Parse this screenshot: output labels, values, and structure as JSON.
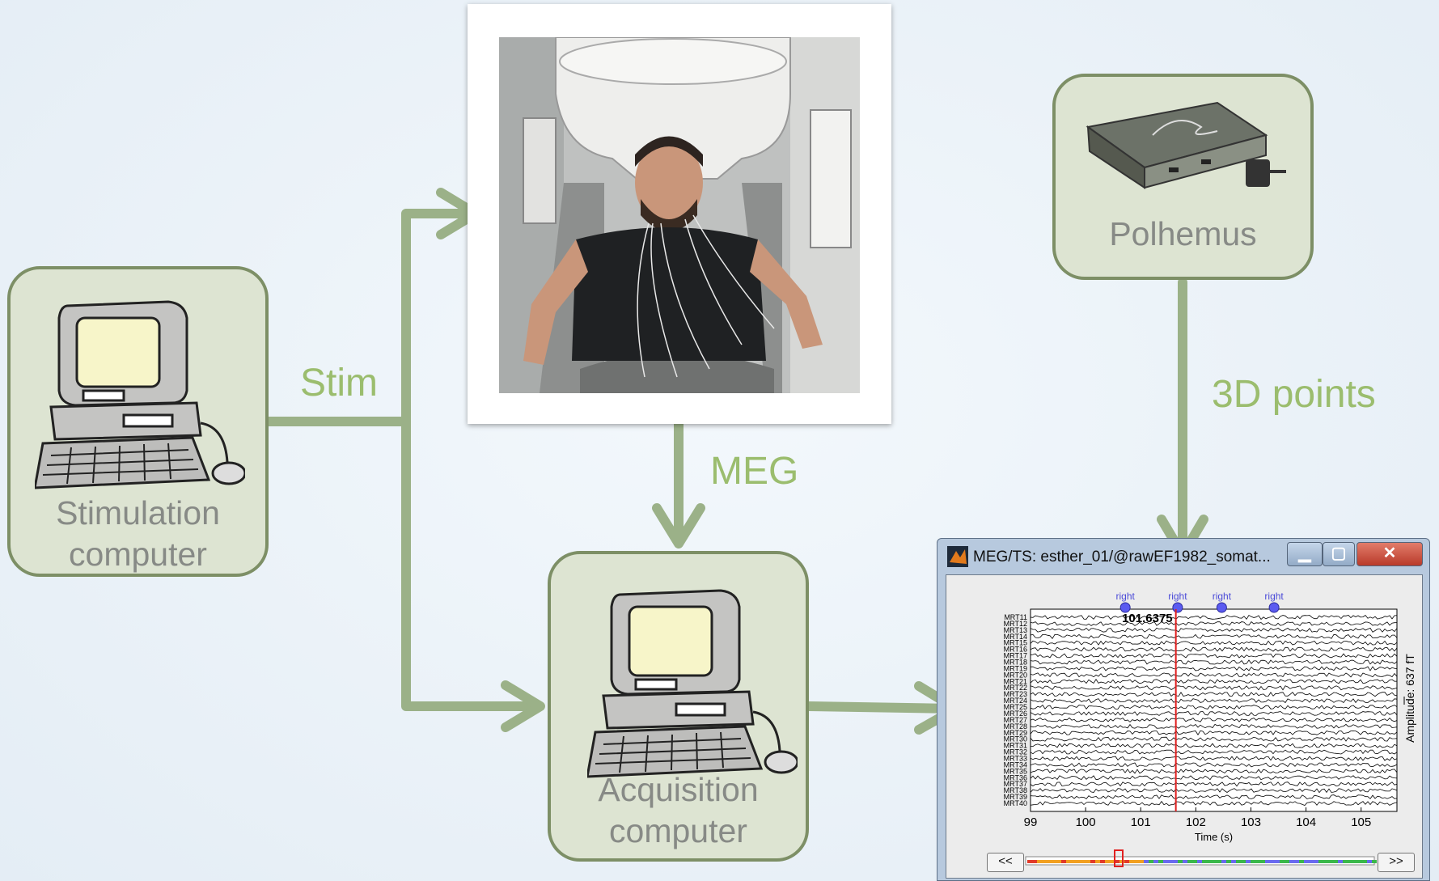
{
  "nodes": {
    "stimulation_computer": {
      "label_line1": "Stimulation",
      "label_line2": "computer"
    },
    "acquisition_computer": {
      "label_line1": "Acquisition",
      "label_line2": "computer"
    },
    "polhemus": {
      "label": "Polhemus"
    }
  },
  "edges": {
    "stim": "Stim",
    "meg": "MEG",
    "points_3d": "3D points"
  },
  "viewer": {
    "title": "MEG/TS: esther_01/@rawEF1982_somat...",
    "event_label": "right",
    "cursor_time": "101.6375",
    "x_ticks": [
      "99",
      "100",
      "101",
      "102",
      "103",
      "104",
      "105"
    ],
    "x_label": "Time (s)",
    "amplitude_label": "Amplitude:  637 fT",
    "nav_prev": "<<",
    "nav_next": ">>",
    "channel_count": 30,
    "channel_prefix": "MRT"
  },
  "colors": {
    "box_fill": "#dde4d2",
    "box_border": "#7d8f66",
    "arrow": "#9bb188",
    "edge_label": "#9bbd6e",
    "node_label": "#878a86"
  }
}
